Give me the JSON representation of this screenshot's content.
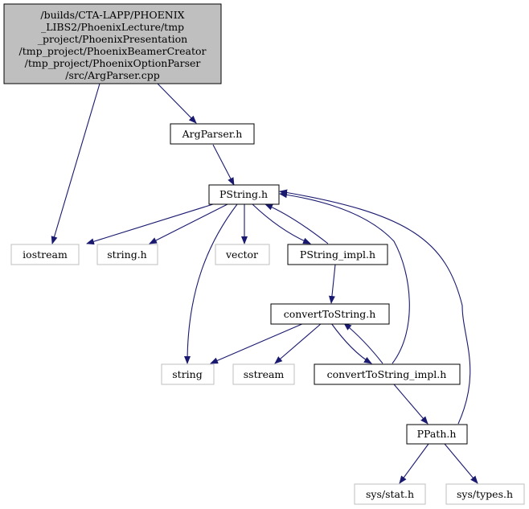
{
  "graph": {
    "colors": {
      "edge": "#191970",
      "root_fill": "#bfbfbf",
      "node_stroke": "#000000",
      "external_stroke": "#bfbfbf"
    },
    "nodes": {
      "root": {
        "lines": [
          "/builds/CTA-LAPP/PHOENIX",
          "_LIBS2/PhoenixLecture/tmp",
          "_project/PhoenixPresentation",
          "/tmp_project/PhoenixBeamerCreator",
          "/tmp_project/PhoenixOptionParser",
          "/src/ArgParser.cpp"
        ]
      },
      "argparser_h": {
        "label": "ArgParser.h"
      },
      "pstring_h": {
        "label": "PString.h"
      },
      "iostream": {
        "label": "iostream"
      },
      "string_h": {
        "label": "string.h"
      },
      "vector": {
        "label": "vector"
      },
      "pstring_impl_h": {
        "label": "PString_impl.h"
      },
      "converttostring_h": {
        "label": "convertToString.h"
      },
      "string": {
        "label": "string"
      },
      "sstream": {
        "label": "sstream"
      },
      "converttostring_impl_h": {
        "label": "convertToString_impl.h"
      },
      "ppath_h": {
        "label": "PPath.h"
      },
      "sys_stat_h": {
        "label": "sys/stat.h"
      },
      "sys_types_h": {
        "label": "sys/types.h"
      }
    }
  }
}
